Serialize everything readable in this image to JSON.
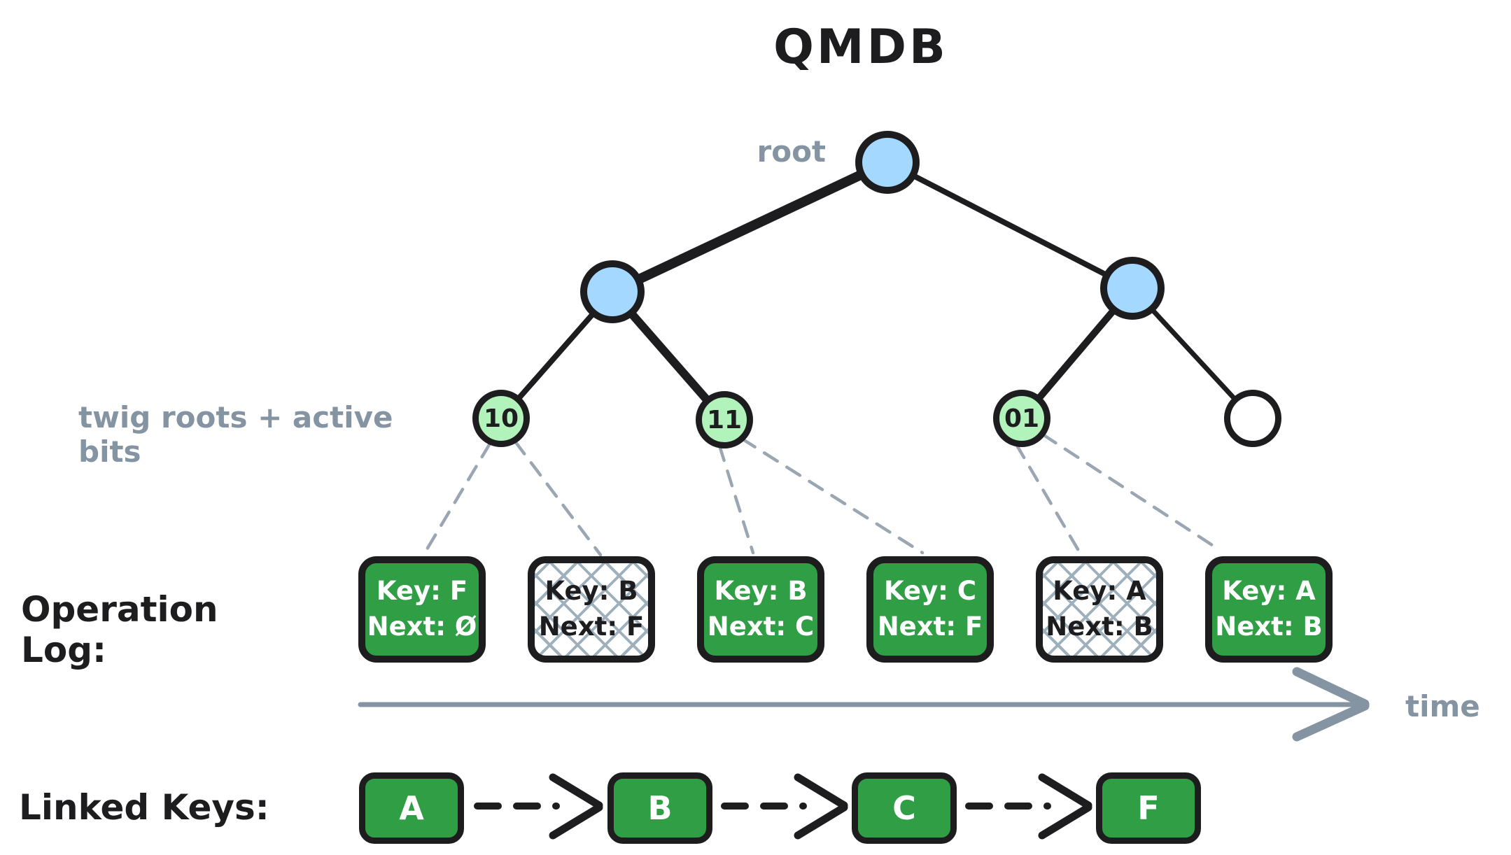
{
  "title": "QMDB",
  "tree": {
    "root_label": "root",
    "twig_caption": "twig roots + active bits",
    "twigs": [
      {
        "label": "10",
        "fill": "light_green"
      },
      {
        "label": "11",
        "fill": "light_green"
      },
      {
        "label": "01",
        "fill": "light_green"
      },
      {
        "label": "",
        "fill": "white"
      }
    ]
  },
  "operation_log": {
    "label": "Operation Log:",
    "axis_label": "time",
    "entries": [
      {
        "key": "Key: F",
        "next": "Next: Ø",
        "state": "active"
      },
      {
        "key": "Key: B",
        "next": "Next: F",
        "state": "stale"
      },
      {
        "key": "Key: B",
        "next": "Next: C",
        "state": "active"
      },
      {
        "key": "Key: C",
        "next": "Next: F",
        "state": "active"
      },
      {
        "key": "Key: A",
        "next": "Next: B",
        "state": "stale"
      },
      {
        "key": "Key: A",
        "next": "Next: B",
        "state": "active"
      }
    ]
  },
  "linked_keys": {
    "label": "Linked Keys:",
    "keys": [
      "A",
      "B",
      "C",
      "F"
    ]
  },
  "colors": {
    "ink": "#1d1d20",
    "green": "#2f9e44",
    "light_green": "#b2f2bb",
    "light_blue": "#a5d8ff",
    "gray": "#8494a3",
    "hatch": "#9fb0bd"
  }
}
